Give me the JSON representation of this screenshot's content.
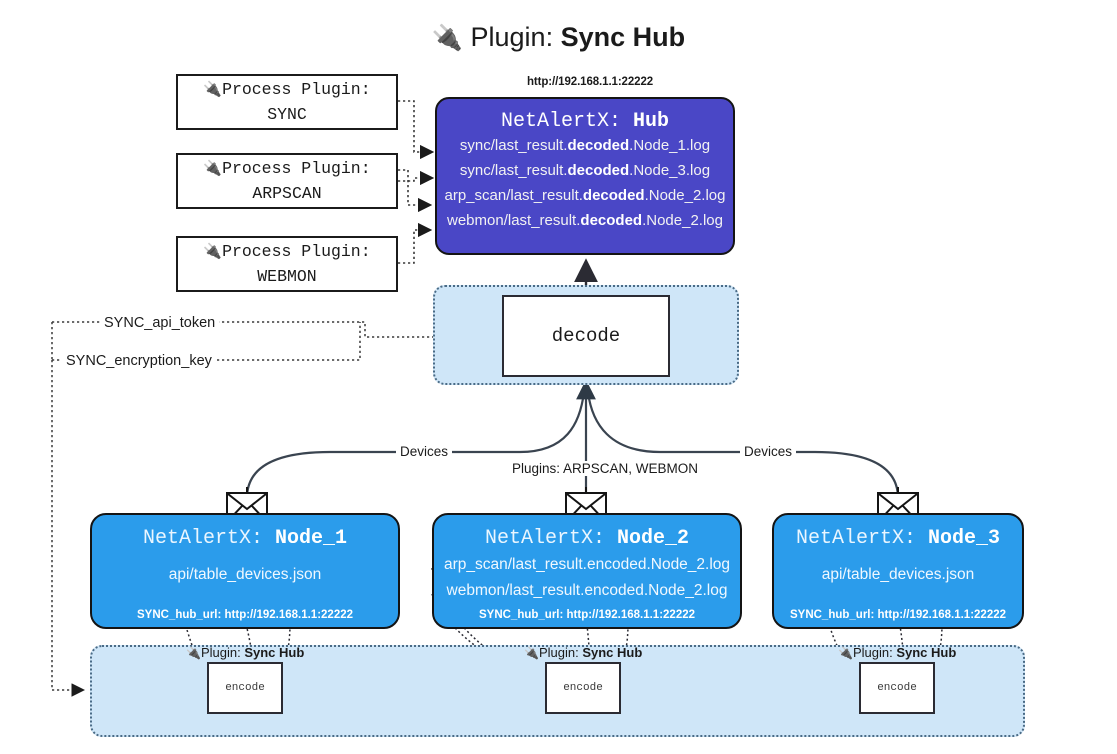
{
  "title": {
    "plug_icon": "🔌",
    "label": "Plugin:",
    "name": "Sync Hub"
  },
  "process_plugins": [
    {
      "icon": "🔌",
      "line1": "Process Plugin:",
      "line2": "SYNC"
    },
    {
      "icon": "🔌",
      "line1": "Process Plugin:",
      "line2": "ARPSCAN"
    },
    {
      "icon": "🔌",
      "line1": "Process Plugin:",
      "line2": "WEBMON"
    }
  ],
  "hub": {
    "url": "http://192.168.1.1:22222",
    "app": "NetAlertX:",
    "name": "Hub",
    "logs": [
      {
        "pre": "sync/last_result.",
        "em": "decoded",
        "post": ".Node_1.log"
      },
      {
        "pre": "sync/last_result.",
        "em": "decoded",
        "post": ".Node_3.log"
      },
      {
        "pre": "arp_scan/last_result.",
        "em": "decoded",
        "post": ".Node_2.log"
      },
      {
        "pre": "webmon/last_result.",
        "em": "decoded",
        "post": ".Node_2.log"
      }
    ]
  },
  "decode": {
    "label": "decode"
  },
  "keys": {
    "api_token": "SYNC_api_token",
    "encryption_key": "SYNC_encryption_key"
  },
  "edges": {
    "devices_left": "Devices",
    "devices_right": "Devices",
    "plugins_middle": "Plugins: ARPSCAN, WEBMON"
  },
  "nodes": [
    {
      "app": "NetAlertX:",
      "name": "Node_1",
      "lines": [
        "api/table_devices.json"
      ],
      "footer": "SYNC_hub_url: http://192.168.1.1:22222",
      "envelope": "✉"
    },
    {
      "app": "NetAlertX:",
      "name": "Node_2",
      "lines": [
        "arp_scan/last_result.encoded.Node_2.log",
        "webmon/last_result.encoded.Node_2.log"
      ],
      "footer": "SYNC_hub_url: http://192.168.1.1:22222",
      "envelope": "✉"
    },
    {
      "app": "NetAlertX:",
      "name": "Node_3",
      "lines": [
        "api/table_devices.json"
      ],
      "footer": "SYNC_hub_url: http://192.168.1.1:22222",
      "envelope": "✉"
    }
  ],
  "encoders": [
    {
      "icon": "🔌",
      "label": "Plugin:",
      "name": "Sync Hub",
      "box": "encode"
    },
    {
      "icon": "🔌",
      "label": "Plugin:",
      "name": "Sync Hub",
      "box": "encode"
    },
    {
      "icon": "🔌",
      "label": "Plugin:",
      "name": "Sync Hub",
      "box": "encode"
    }
  ],
  "colors": {
    "hub_fill": "#4a47c6",
    "node_fill": "#2b9ceb",
    "container_fill": "#cfe6f8",
    "container_border": "#4a6b86",
    "stroke": "#141414"
  }
}
